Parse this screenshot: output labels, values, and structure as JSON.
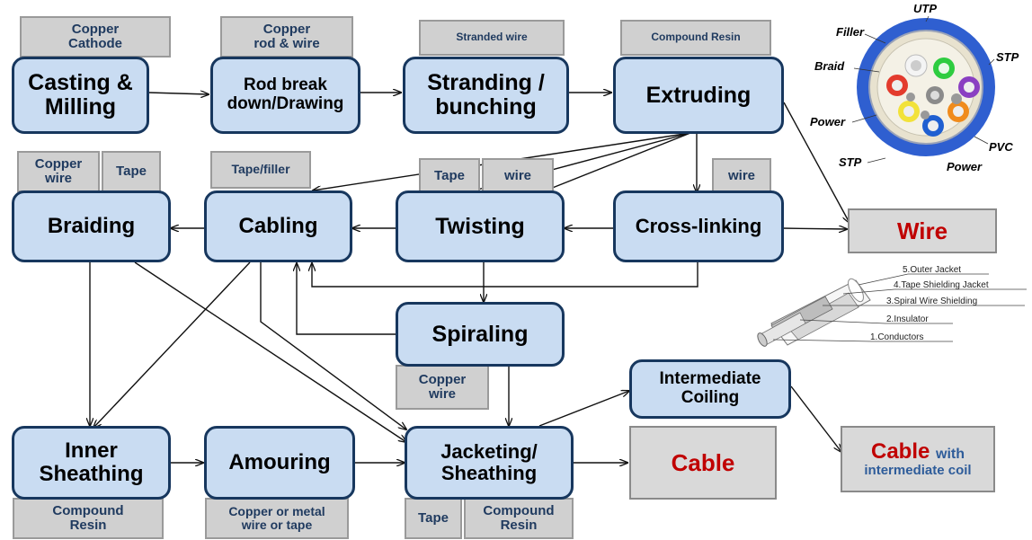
{
  "processes": {
    "casting": "Casting &\nMilling",
    "rod": "Rod break\ndown/Drawing",
    "stranding": "Stranding /\nbunching",
    "extruding": "Extruding",
    "braiding": "Braiding",
    "cabling": "Cabling",
    "twisting": "Twisting",
    "crosslinking": "Cross-linking",
    "spiraling": "Spiraling",
    "intermediate": "Intermediate\nCoiling",
    "inner": "Inner\nSheathing",
    "amouring": "Amouring",
    "jacketing": "Jacketing/\nSheathing"
  },
  "inputs": {
    "copper_cathode": "Copper\nCathode",
    "copper_rod": "Copper\nrod & wire",
    "stranded_wire": "Stranded wire",
    "compound_resin_top": "Compound Resin",
    "copper_wire_braid": "Copper\nwire",
    "tape_braid": "Tape",
    "tape_filler": "Tape/filler",
    "tape_twist": "Tape",
    "wire_twist": "wire",
    "wire_cross": "wire",
    "copper_wire_spiral": "Copper\nwire",
    "compound_resin_inner": "Compound\nResin",
    "copper_metal": "Copper or metal\nwire or tape",
    "tape_jacket": "Tape",
    "compound_resin_jacket": "Compound\nResin"
  },
  "outputs": {
    "wire": "Wire",
    "cable": "Cable",
    "cable_with": "Cable",
    "with_word": "with",
    "intermediate_coil": "intermediate coil"
  },
  "cable_cross_section_labels": {
    "utp": "UTP",
    "filler": "Filler",
    "stp_right": "STP",
    "braid": "Braid",
    "power_left": "Power",
    "pvc": "PVC",
    "stp_bottom": "STP",
    "power_bottom": "Power"
  },
  "cable_layer_labels": {
    "l5": "5.Outer Jacket",
    "l4": "4.Tape Shielding Jacket",
    "l3": "3.Spiral Wire Shielding",
    "l2": "2.Insulator",
    "l1": "1.Conductors"
  },
  "colors": {
    "process_fill": "#c9dcf2",
    "process_border": "#17375e",
    "input_fill": "#d0d0d0",
    "output_red": "#c00000",
    "output_blue": "#2e5c9a",
    "cable_outer": "#2f5fd0"
  }
}
